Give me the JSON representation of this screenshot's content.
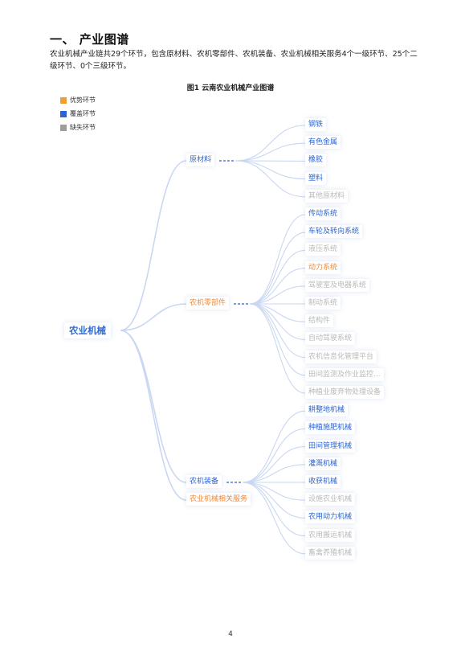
{
  "heading": "一、 产业图谱",
  "intro": "农业机械产业链共29个环节，包含原材料、农机零部件、农机装备、农业机械相关服务4个一级环节、25个二级环节、0个三级环节。",
  "figure_title": "图1 云南农业机械产业图谱",
  "legend": [
    {
      "label": "优势环节",
      "color": "#f0a030"
    },
    {
      "label": "覆盖环节",
      "color": "#2b65d4"
    },
    {
      "label": "缺失环节",
      "color": "#9e9e9e"
    }
  ],
  "colors": {
    "cover": "#2b65d4",
    "advantage": "#f08a3c",
    "missing": "#b9b9b9",
    "line": "#c9d7f2"
  },
  "mindmap": {
    "root": "农业机械",
    "branches": [
      {
        "label": "原材料",
        "status": "cover",
        "children": [
          {
            "label": "钢铁",
            "status": "cover"
          },
          {
            "label": "有色金属",
            "status": "cover"
          },
          {
            "label": "橡胶",
            "status": "cover"
          },
          {
            "label": "塑料",
            "status": "cover"
          },
          {
            "label": "其他原材料",
            "status": "missing"
          }
        ]
      },
      {
        "label": "农机零部件",
        "status": "advantage",
        "children": [
          {
            "label": "传动系统",
            "status": "cover"
          },
          {
            "label": "车轮及转向系统",
            "status": "cover"
          },
          {
            "label": "液压系统",
            "status": "missing"
          },
          {
            "label": "动力系统",
            "status": "advantage"
          },
          {
            "label": "驾驶室及电器系统",
            "status": "missing"
          },
          {
            "label": "制动系统",
            "status": "missing"
          },
          {
            "label": "结构件",
            "status": "missing"
          },
          {
            "label": "自动驾驶系统",
            "status": "missing"
          },
          {
            "label": "农机信息化管理平台",
            "status": "missing"
          },
          {
            "label": "田间监测及作业监控...",
            "status": "missing"
          },
          {
            "label": "种植业废弃物处理设备",
            "status": "missing"
          }
        ]
      },
      {
        "label": "农机装备",
        "status": "cover",
        "children": [
          {
            "label": "耕整地机械",
            "status": "cover"
          },
          {
            "label": "种植施肥机械",
            "status": "cover"
          },
          {
            "label": "田间管理机械",
            "status": "cover"
          },
          {
            "label": "灌溉机械",
            "status": "cover"
          },
          {
            "label": "收获机械",
            "status": "cover"
          },
          {
            "label": "设施农业机械",
            "status": "missing"
          },
          {
            "label": "农用动力机械",
            "status": "cover"
          },
          {
            "label": "农用搬运机械",
            "status": "missing"
          },
          {
            "label": "畜禽养殖机械",
            "status": "missing"
          }
        ]
      },
      {
        "label": "农业机械相关服务",
        "status": "advantage",
        "children": []
      }
    ]
  },
  "page_number": "4"
}
